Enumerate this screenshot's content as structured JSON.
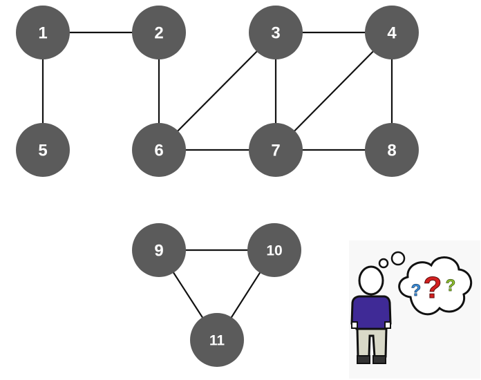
{
  "graph": {
    "nodes": [
      {
        "id": 1,
        "label": "1"
      },
      {
        "id": 2,
        "label": "2"
      },
      {
        "id": 3,
        "label": "3"
      },
      {
        "id": 4,
        "label": "4"
      },
      {
        "id": 5,
        "label": "5"
      },
      {
        "id": 6,
        "label": "6"
      },
      {
        "id": 7,
        "label": "7"
      },
      {
        "id": 8,
        "label": "8"
      },
      {
        "id": 9,
        "label": "9"
      },
      {
        "id": 10,
        "label": "10"
      },
      {
        "id": 11,
        "label": "11"
      }
    ],
    "edges": [
      [
        1,
        2
      ],
      [
        1,
        5
      ],
      [
        2,
        6
      ],
      [
        3,
        4
      ],
      [
        3,
        6
      ],
      [
        3,
        7
      ],
      [
        4,
        7
      ],
      [
        4,
        8
      ],
      [
        6,
        7
      ],
      [
        7,
        8
      ],
      [
        9,
        10
      ],
      [
        9,
        11
      ],
      [
        10,
        11
      ]
    ]
  },
  "illustration": {
    "subject": "confused-person",
    "thought_bubble_symbols": [
      "?",
      "?",
      "?"
    ],
    "colors": {
      "node_fill": "#5b5b5b",
      "node_text": "#ffffff",
      "edge": "#111111",
      "shirt": "#3f2a96",
      "pants": "#d9d9c8",
      "question_red": "#d22020",
      "question_blue": "#3b8bd6",
      "question_green": "#8fbf2e"
    }
  }
}
